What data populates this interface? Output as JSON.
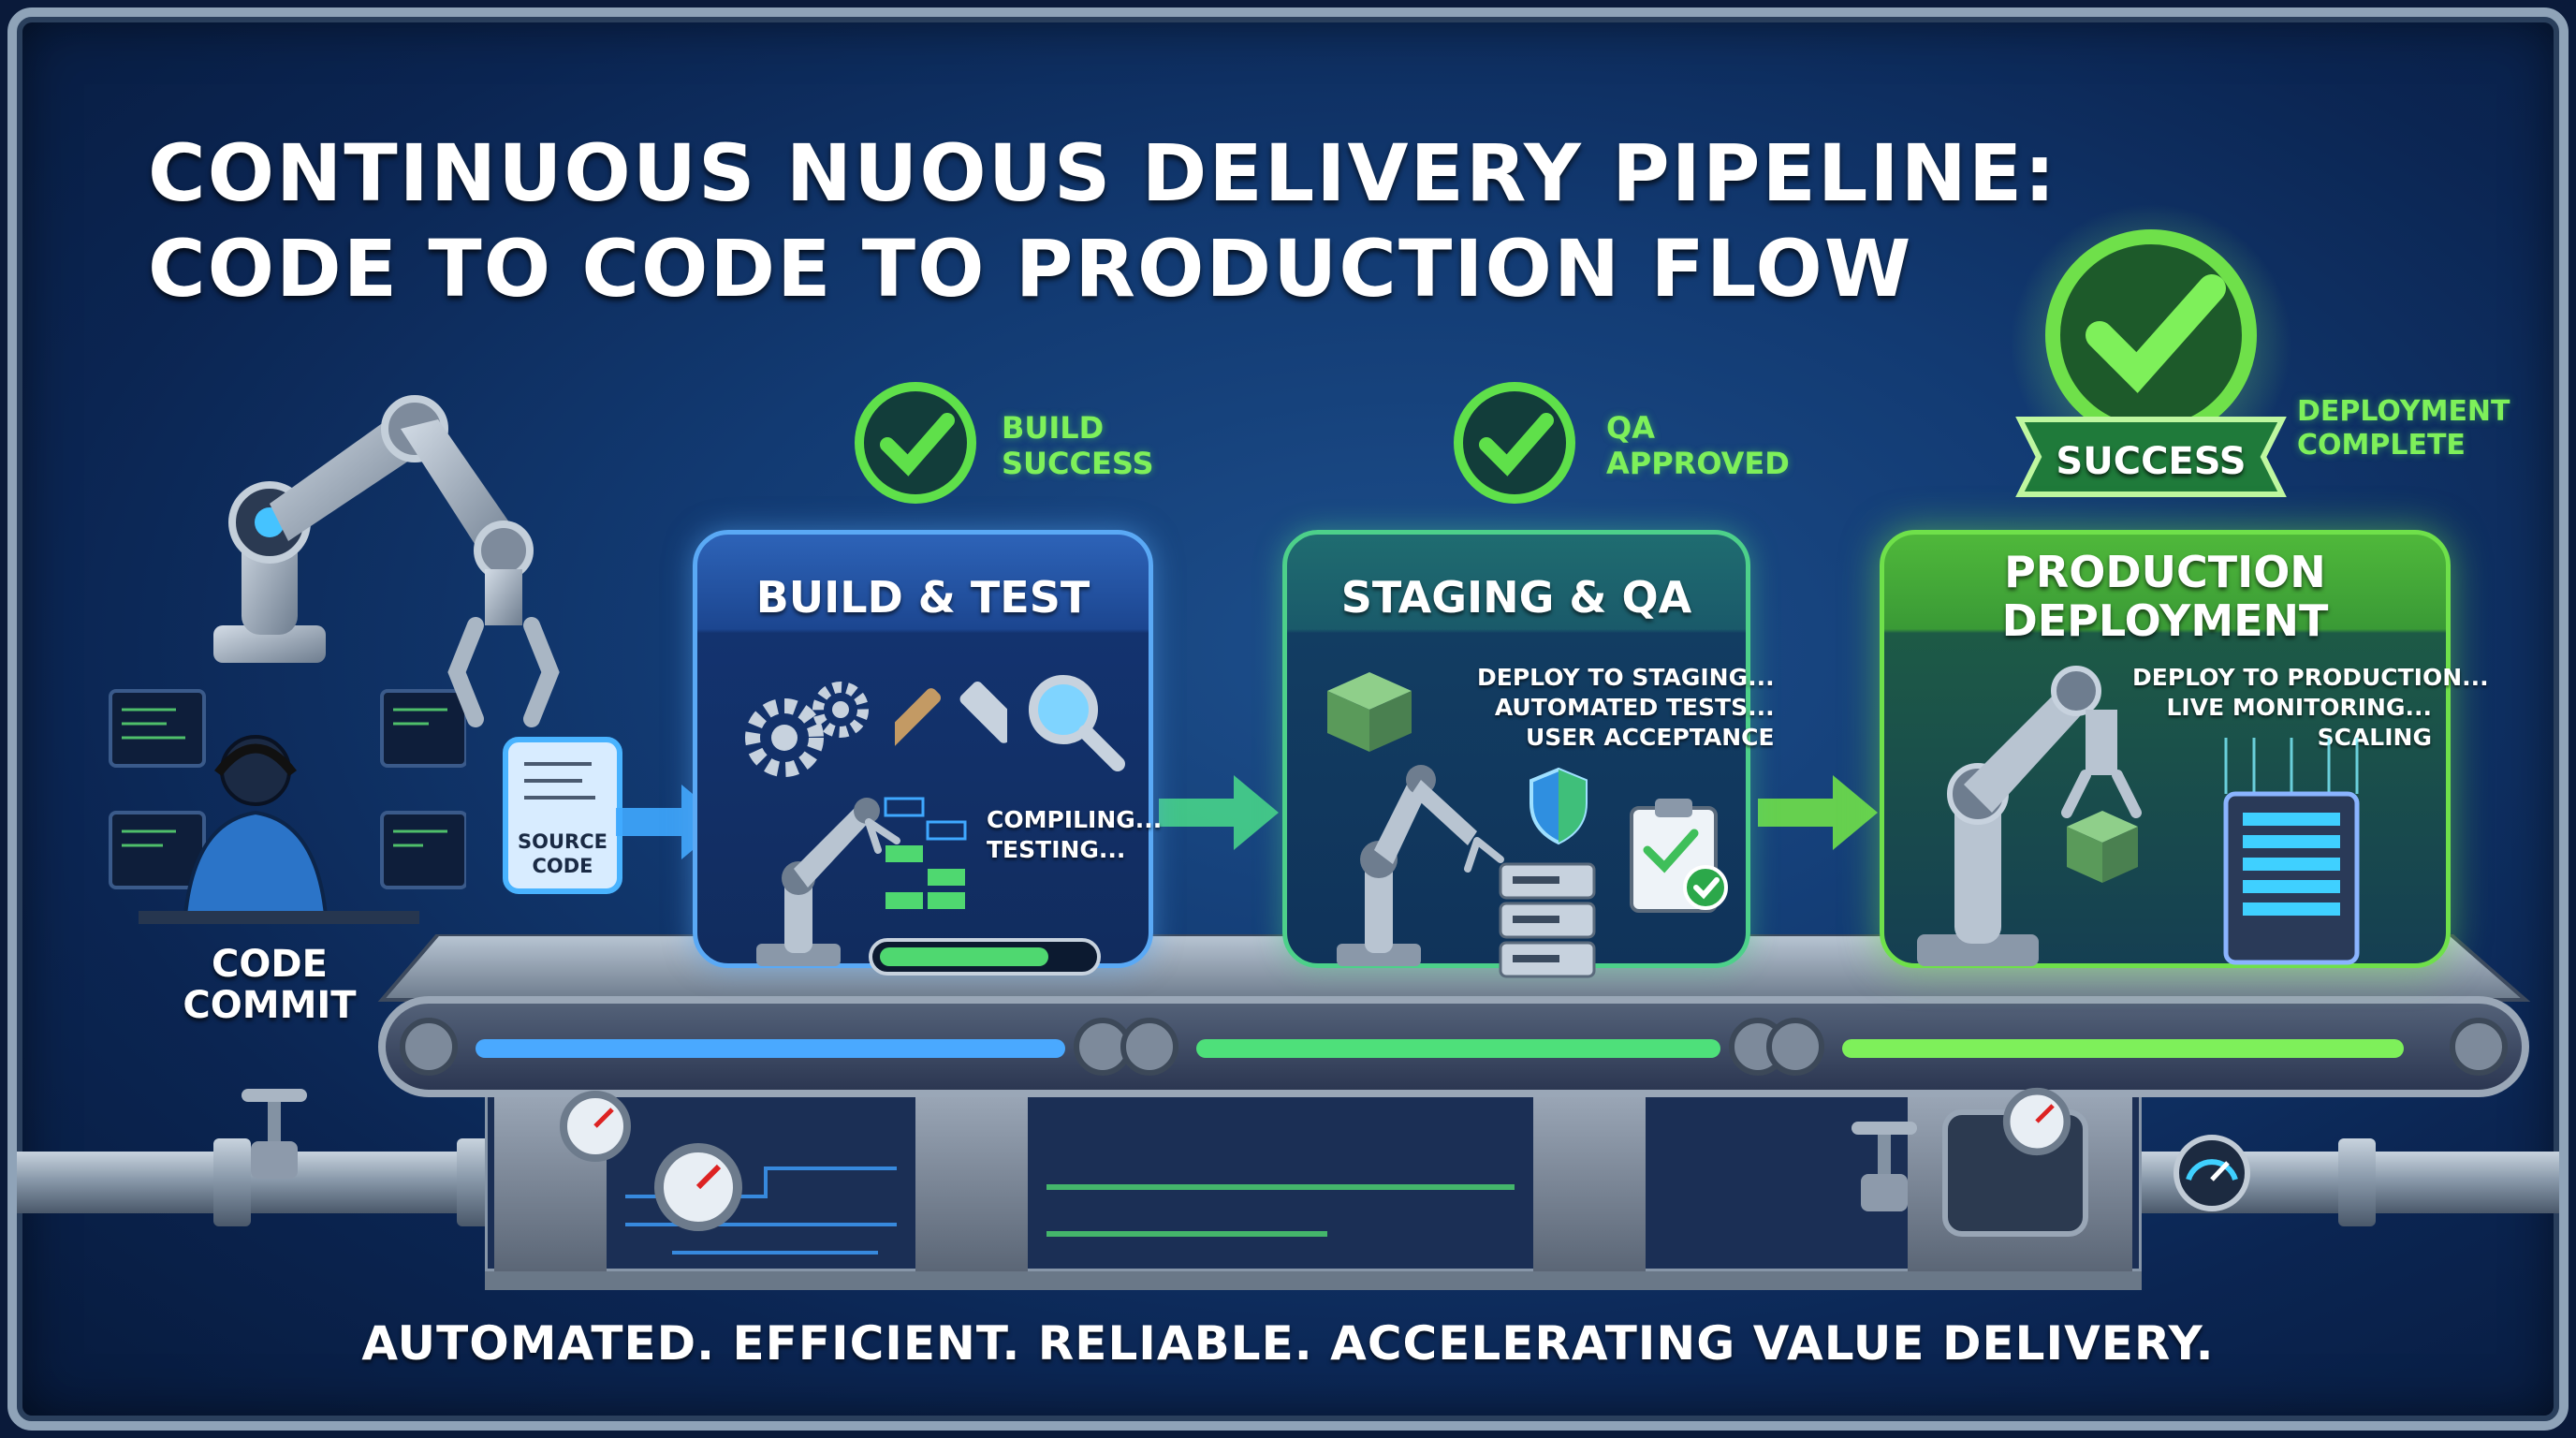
{
  "title": {
    "line1": "CONTINUOUS NUOUS DELIVERY PIPELINE:",
    "line2": "CODE TO  CODE TO PRODUCTION FLOW"
  },
  "tagline": "AUTOMATED. EFFICIENT. RELIABLE. ACCELERATING VALUE DELIVERY.",
  "commit": {
    "label_line1": "CODE",
    "label_line2": "COMMIT",
    "source_line1": "SOURCE",
    "source_line2": "CODE"
  },
  "stages": [
    {
      "title": "BUILD & TEST",
      "badge_line1": "BUILD",
      "badge_line2": "SUCCESS",
      "status_line1": "COMPILING...",
      "status_line2": "TESTING..."
    },
    {
      "title": "STAGING & QA",
      "badge_line1": "QA",
      "badge_line2": "APPROVED",
      "status_line1": "DEPLOY TO STAGING...",
      "status_line2": "AUTOMATED TESTS...",
      "status_line3": "USER ACCEPTANCE"
    },
    {
      "title_line1": "PRODUCTION",
      "title_line2": "DEPLOYMENT",
      "badge_ribbon": "SUCCESS",
      "badge_line1": "DEPLOYMENT",
      "badge_line2": "COMPLETE",
      "status_line1": "DEPLOY TO PRODUCTION...",
      "status_line2": "LIVE MONITORING...",
      "status_line3": "SCALING"
    }
  ],
  "colors": {
    "background": "#123a72",
    "build_accent": "#5aa9f5",
    "staging_accent": "#4dd08a",
    "production_accent": "#6fe04a",
    "check_green": "#5fe04a"
  },
  "icons": [
    "robot-arm-icon",
    "developer-icon",
    "monitor-icon",
    "document-icon",
    "gears-icon",
    "hammer-icon",
    "magnifier-icon",
    "box-icon",
    "shield-icon",
    "server-icon",
    "clipboard-check-icon",
    "check-badge-icon",
    "arrow-icon",
    "gauge-icon",
    "valve-icon",
    "conveyor-belt"
  ]
}
